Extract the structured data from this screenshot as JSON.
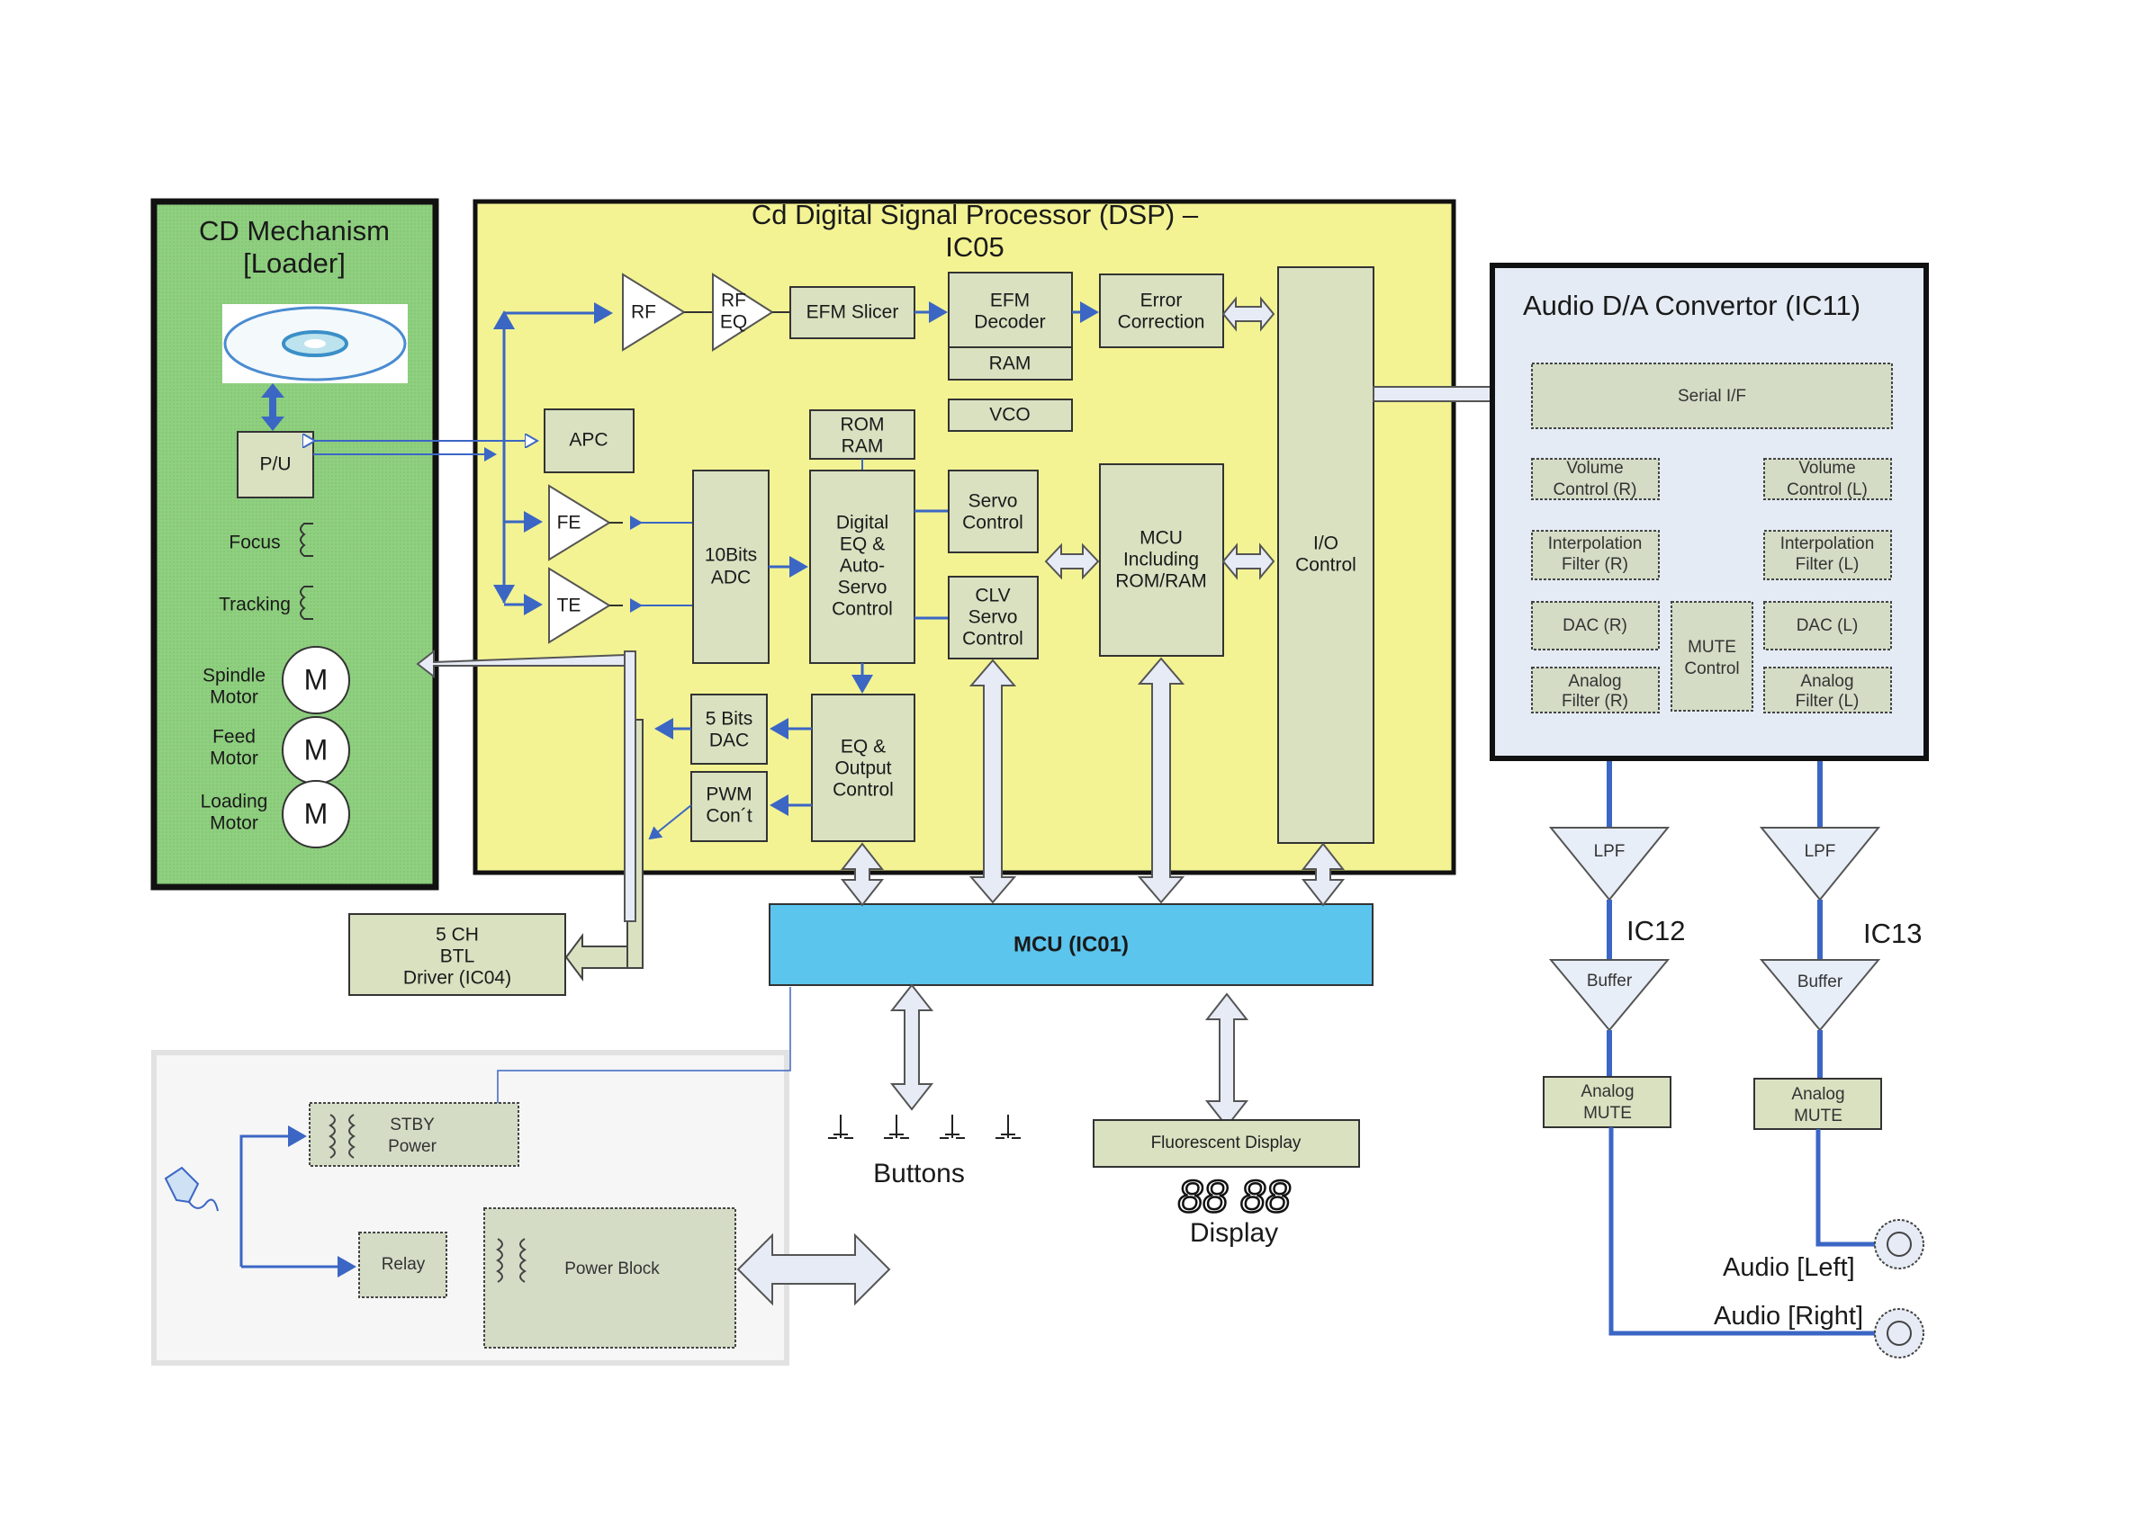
{
  "cd_mechanism": {
    "title_line1": "CD Mechanism",
    "title_line2": "[Loader]",
    "pickup_label": "P/U",
    "focus_label": "Focus",
    "tracking_label": "Tracking",
    "motors": [
      {
        "line1": "Spindle",
        "line2": "Motor",
        "symbol": "M"
      },
      {
        "line1": "Feed",
        "line2": "Motor",
        "symbol": "M"
      },
      {
        "line1": "Loading",
        "line2": "Motor",
        "symbol": "M"
      }
    ]
  },
  "dsp": {
    "title_line1": "Cd Digital Signal Processor (DSP) –",
    "title_line2": "IC05",
    "rf": "RF",
    "rf_eq_line1": "RF",
    "rf_eq_line2": "EQ",
    "efm_slicer": "EFM Slicer",
    "efm_decoder_line1": "EFM",
    "efm_decoder_line2": "Decoder",
    "ram": "RAM",
    "error_correction_line1": "Error",
    "error_correction_line2": "Correction",
    "vco": "VCO",
    "apc": "APC",
    "rom_ram_line1": "ROM",
    "rom_ram_line2": "RAM",
    "fe": "FE",
    "te": "TE",
    "adc_line1": "10Bits",
    "adc_line2": "ADC",
    "digital_eq": [
      "Digital",
      "EQ &",
      "Auto-",
      "Servo",
      "Control"
    ],
    "servo_control_line1": "Servo",
    "servo_control_line2": "Control",
    "clv_servo": [
      "CLV",
      "Servo",
      "Control"
    ],
    "mcu_internal": [
      "MCU",
      "Including",
      "ROM/RAM"
    ],
    "io_control_line1": "I/O",
    "io_control_line2": "Control",
    "dac5_line1": "5 Bits",
    "dac5_line2": "DAC",
    "pwm_line1": "PWM",
    "pwm_line2": "Con´t",
    "eq_output": [
      "EQ &",
      "Output",
      "Control"
    ]
  },
  "btl_driver": [
    "5 CH",
    "BTL",
    "Driver (IC04)"
  ],
  "mcu": {
    "label": "MCU (IC01)",
    "color": "#5bc5ee"
  },
  "audio_dac": {
    "title": "Audio D/A Convertor (IC11)",
    "serial_if": "Serial I/F",
    "volume_r": [
      "Volume",
      "Control (R)"
    ],
    "volume_l": [
      "Volume",
      "Control (L)"
    ],
    "interp_r": [
      "Interpolation",
      "Filter (R)"
    ],
    "interp_l": [
      "Interpolation",
      "Filter (L)"
    ],
    "dac_r": "DAC (R)",
    "dac_l": "DAC (L)",
    "mute_line1": "MUTE",
    "mute_line2": "Control",
    "analog_r": [
      "Analog",
      "Filter (R)"
    ],
    "analog_l": [
      "Analog",
      "Filter (L)"
    ]
  },
  "output_stage": {
    "lpf": "LPF",
    "buffer": "Buffer",
    "ic12": "IC12",
    "ic13": "IC13",
    "analog_mute_line1": "Analog",
    "analog_mute_line2": "MUTE",
    "audio_left": "Audio [Left]",
    "audio_right": "Audio [Right]"
  },
  "power": {
    "stby_line1": "STBY",
    "stby_line2": "Power",
    "relay": "Relay",
    "power_block": "Power Block"
  },
  "user_io": {
    "buttons_label": "Buttons",
    "fluorescent_display": "Fluorescent Display",
    "display_digits": "88 88",
    "display_label": "Display"
  },
  "colors": {
    "mechanism_bg": "#8fcf80",
    "dsp_bg": "#f3f394",
    "dac_bg": "#e4ebf4",
    "block": "#d9e1c1",
    "wire": "#3b66c4",
    "mcu": "#5bc5ee"
  }
}
